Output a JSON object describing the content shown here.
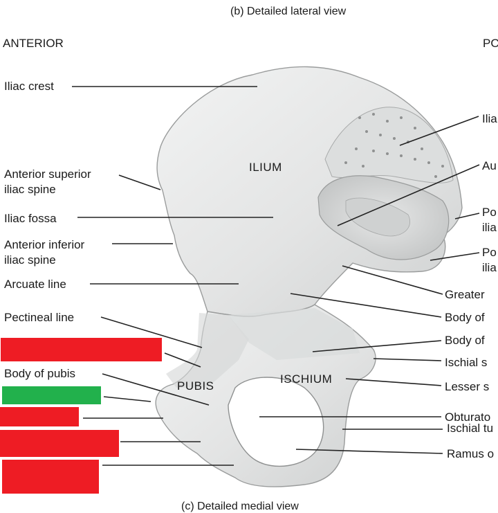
{
  "captions": {
    "top": "(b) Detailed lateral view",
    "bottom": "(c) Detailed medial view"
  },
  "orientation": {
    "anterior": "ANTERIOR",
    "posterior": "PO"
  },
  "regions": {
    "ilium": "ILIUM",
    "pubis": "PUBIS",
    "ischium": "ISCHIUM"
  },
  "left_labels": [
    "Iliac crest",
    "Anterior superior\niliac spine",
    "Iliac fossa",
    "Anterior inferior\niliac spine",
    "Arcuate line",
    "Pectineal line",
    "Body of pubis"
  ],
  "right_labels": [
    "Ilia",
    "Au",
    "Po\nilia",
    "Po\nilia",
    "Greater",
    "Body of",
    "Body of",
    "Ischial s",
    "Lesser s",
    "Obturato",
    "Ischial tu",
    "Ramus o"
  ],
  "colors": {
    "mask_red": "#ee1c24",
    "mask_green": "#22b14c",
    "bone": "#e6e7e7",
    "bone_shade": "#c9cbcb",
    "leader": "#222222"
  }
}
